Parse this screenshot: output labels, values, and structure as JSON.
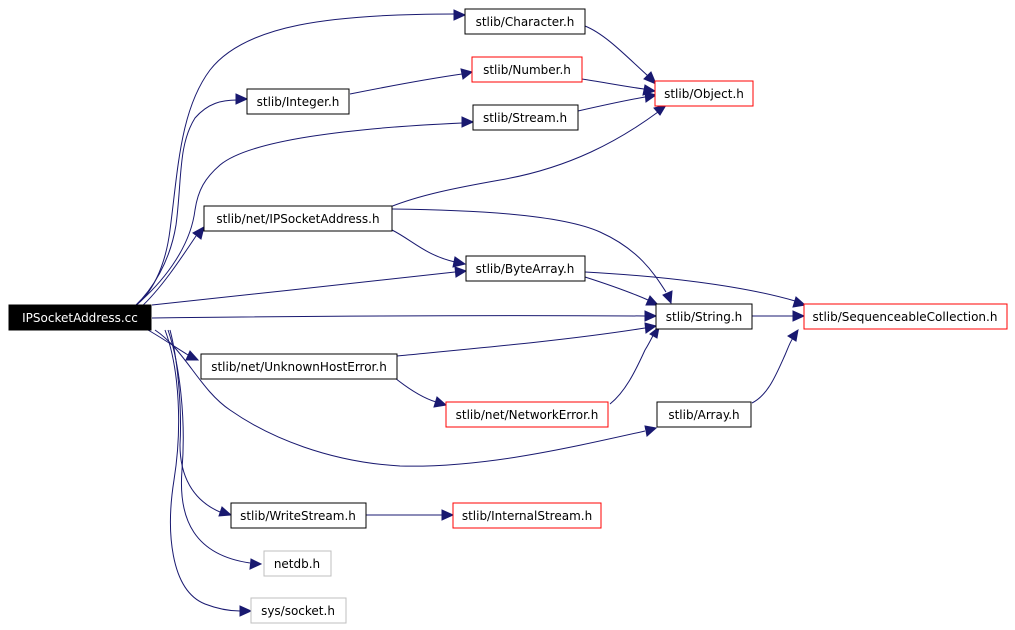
{
  "colors": {
    "edge": "#191970",
    "box_normal": "#000000",
    "box_missing": "#ff0000",
    "box_external": "#bfbfbf",
    "root_fill": "#000000",
    "root_text": "#ffffff",
    "text": "#000000"
  },
  "nodes": {
    "root": {
      "label": "IPSocketAddress.cc",
      "kind": "root"
    },
    "character": {
      "label": "stlib/Character.h",
      "kind": "normal"
    },
    "integer": {
      "label": "stlib/Integer.h",
      "kind": "normal"
    },
    "number": {
      "label": "stlib/Number.h",
      "kind": "missing"
    },
    "object": {
      "label": "stlib/Object.h",
      "kind": "missing"
    },
    "stream": {
      "label": "stlib/Stream.h",
      "kind": "normal"
    },
    "ipsocketaddress": {
      "label": "stlib/net/IPSocketAddress.h",
      "kind": "normal"
    },
    "bytearray": {
      "label": "stlib/ByteArray.h",
      "kind": "normal"
    },
    "string": {
      "label": "stlib/String.h",
      "kind": "normal"
    },
    "seqcollection": {
      "label": "stlib/SequenceableCollection.h",
      "kind": "missing"
    },
    "unknownhosterror": {
      "label": "stlib/net/UnknownHostError.h",
      "kind": "normal"
    },
    "networkerror": {
      "label": "stlib/net/NetworkError.h",
      "kind": "missing"
    },
    "array": {
      "label": "stlib/Array.h",
      "kind": "normal"
    },
    "writestream": {
      "label": "stlib/WriteStream.h",
      "kind": "normal"
    },
    "internalstream": {
      "label": "stlib/InternalStream.h",
      "kind": "missing"
    },
    "netdb": {
      "label": "netdb.h",
      "kind": "external"
    },
    "syssocket": {
      "label": "sys/socket.h",
      "kind": "external"
    }
  }
}
